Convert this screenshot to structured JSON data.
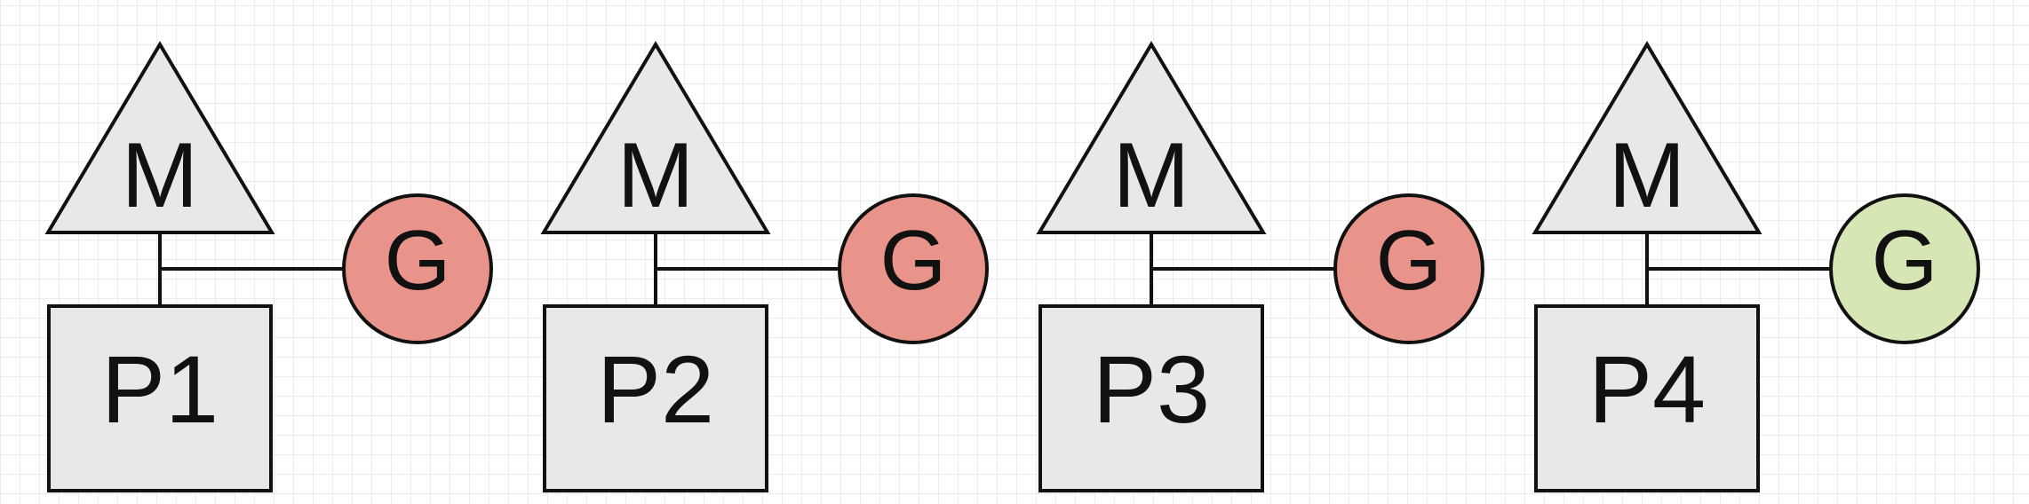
{
  "groups": [
    {
      "machine": {
        "label": "M",
        "fill": "#e8e8e8"
      },
      "processor": {
        "label": "P1",
        "fill": "#e8e8e8"
      },
      "goroutine": {
        "label": "G",
        "fill": "#e8948a"
      }
    },
    {
      "machine": {
        "label": "M",
        "fill": "#e8e8e8"
      },
      "processor": {
        "label": "P2",
        "fill": "#e8e8e8"
      },
      "goroutine": {
        "label": "G",
        "fill": "#e8948a"
      }
    },
    {
      "machine": {
        "label": "M",
        "fill": "#e8e8e8"
      },
      "processor": {
        "label": "P3",
        "fill": "#e8e8e8"
      },
      "goroutine": {
        "label": "G",
        "fill": "#e8948a"
      }
    },
    {
      "machine": {
        "label": "M",
        "fill": "#e8e8e8"
      },
      "processor": {
        "label": "P4",
        "fill": "#e8e8e8"
      },
      "goroutine": {
        "label": "G",
        "fill": "#d6e6b4"
      }
    }
  ],
  "colors": {
    "stroke": "#111111",
    "grid": "#ececec"
  }
}
